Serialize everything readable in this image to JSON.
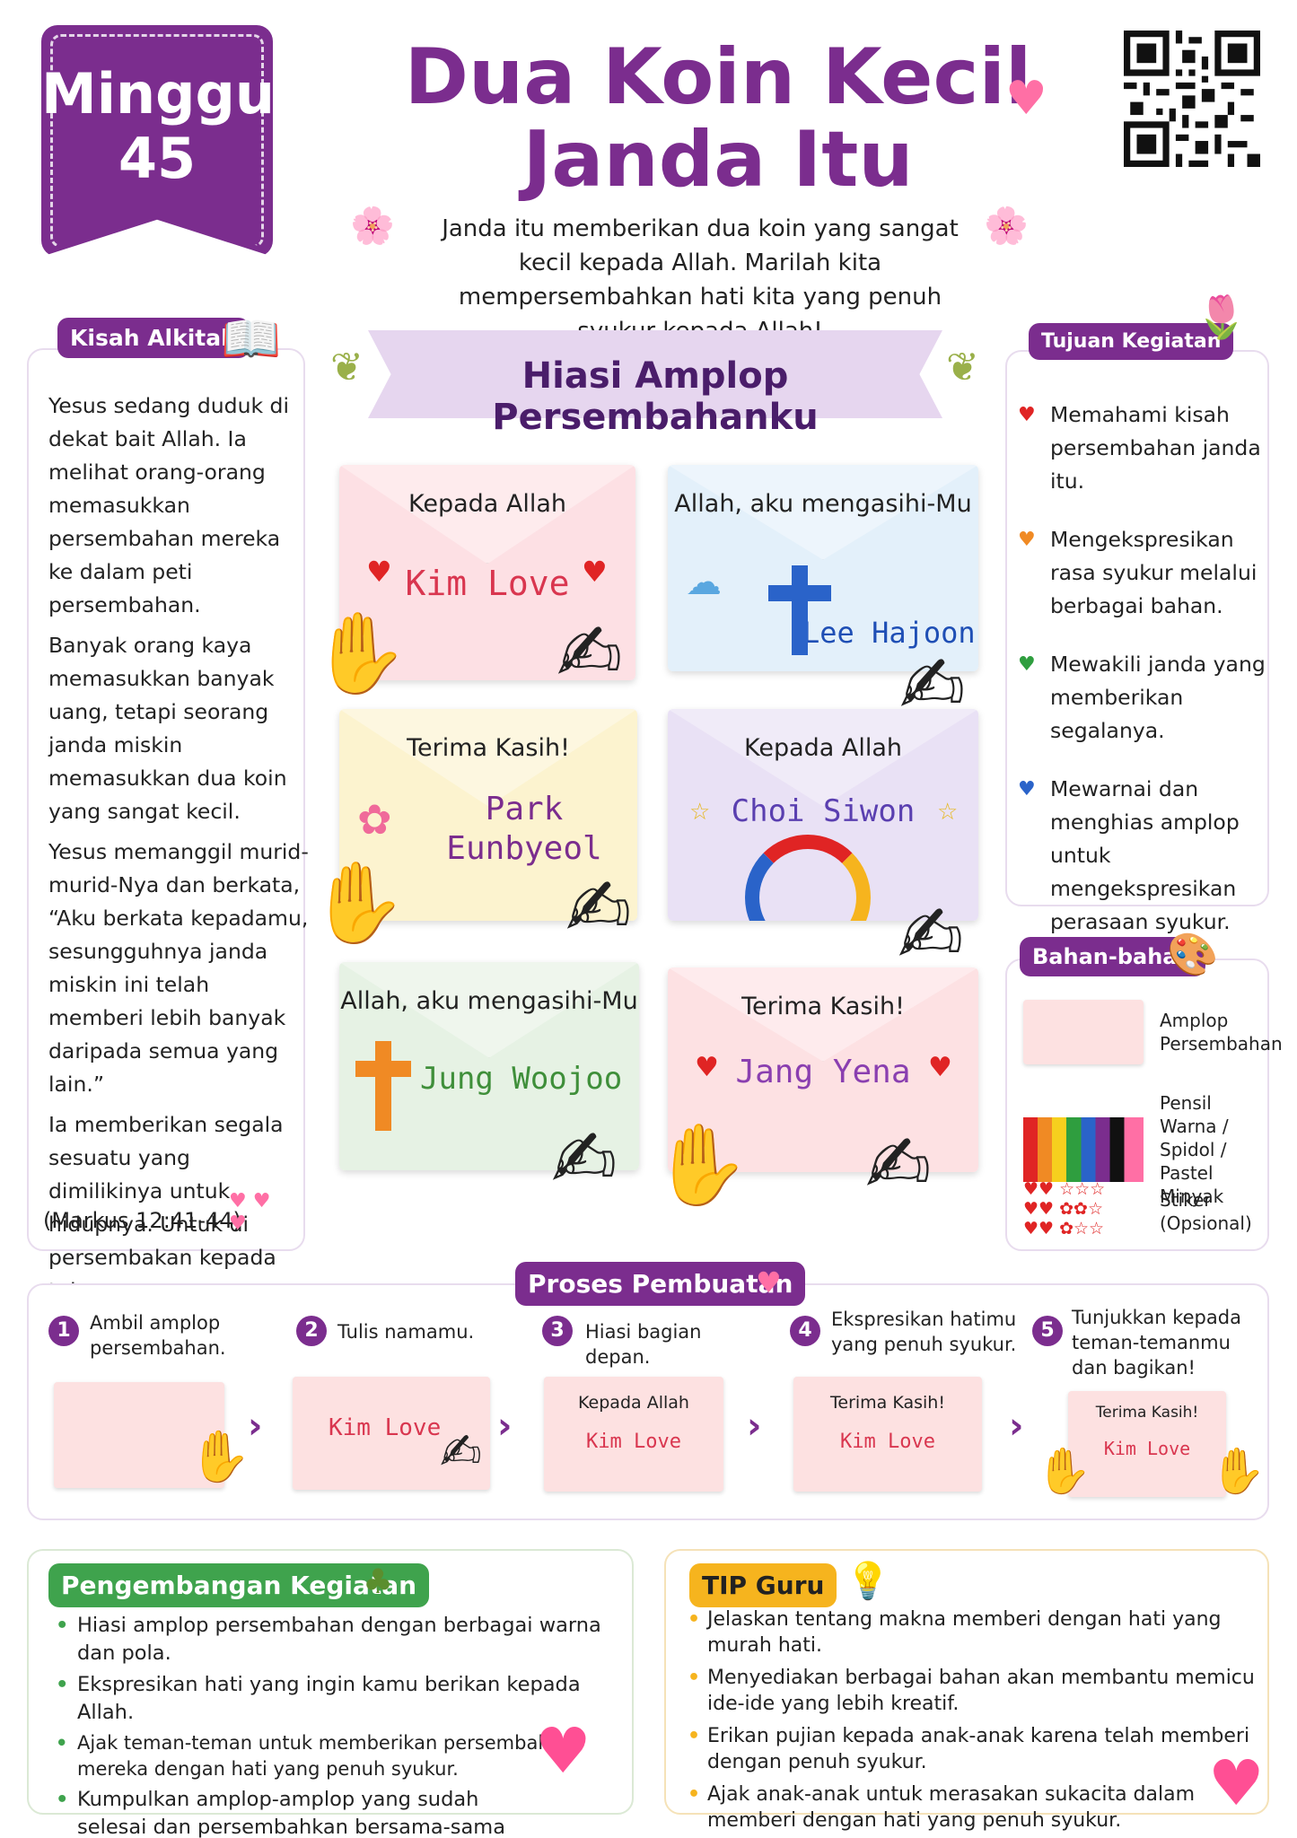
{
  "header": {
    "week_label": "Minggu",
    "week_number": "45",
    "title_line1": "Dua Koin Kecil",
    "title_line2": "Janda Itu",
    "subtitle": "Janda itu memberikan dua koin yang sangat kecil kepada Allah. Marilah kita mempersembahkan hati kita yang penuh syukur kepada Allah!"
  },
  "story": {
    "tag": "Kisah Alkitab",
    "paragraphs": [
      "Yesus sedang duduk di dekat bait Allah. Ia melihat orang-orang memasukkan persembahan mereka ke dalam peti persembahan.",
      "Banyak orang kaya memasukkan banyak uang, tetapi seorang janda miskin memasukkan dua koin yang sangat kecil.",
      "Yesus memanggil murid-murid-Nya dan berkata, “Aku berkata kepadamu, sesungguhnya janda miskin ini telah memberi lebih banyak daripada semua yang lain.”",
      "Ia memberikan segala sesuatu yang dimilikinya untuk hidupnya. Untuk di persembakan kepada tuhan."
    ],
    "reference": "(Markus 12:41-44)"
  },
  "activity": {
    "title": "Hiasi Amplop Persembahanku",
    "envelopes": [
      {
        "heading": "Kepada Allah",
        "name": "Kim Love",
        "color": "#fde0e4",
        "name_color": "#d9364f"
      },
      {
        "heading": "Allah, aku mengasihi-Mu",
        "name": "Lee Hajoon",
        "color": "#e3f0fa",
        "name_color": "#1f4fb5"
      },
      {
        "heading": "Terima Kasih!",
        "name": "Park Eunbyeol",
        "color": "#fcf3cf",
        "name_color": "#7b2d8e"
      },
      {
        "heading": "Kepada Allah",
        "name": "Choi Siwon",
        "color": "#e9e1f5",
        "name_color": "#5a3fb0"
      },
      {
        "heading": "Allah, aku mengasihi-Mu",
        "name": "Jung Woojoo",
        "color": "#e6f2e4",
        "name_color": "#3f8f3a"
      },
      {
        "heading": "Terima Kasih!",
        "name": "Jang Yena",
        "color": "#fde1e3",
        "name_color": "#8a3fb0"
      }
    ]
  },
  "goals": {
    "tag": "Tujuan Kegiatan",
    "items": [
      {
        "text": "Memahami kisah persembahan janda itu.",
        "color": "#e02424"
      },
      {
        "text": "Mengekspresikan rasa syukur melalui berbagai bahan.",
        "color": "#f08a24"
      },
      {
        "text": "Mewakili janda yang memberikan segalanya.",
        "color": "#2f9e3f"
      },
      {
        "text": "Mewarnai dan menghias amplop untuk mengekspresikan perasaan syukur.",
        "color": "#2a63c9"
      }
    ]
  },
  "materials": {
    "tag": "Bahan-bahan",
    "items": [
      {
        "label": "Amplop Persembahan"
      },
      {
        "label": "Pensil Warna / Spidol / Pastel Minyak"
      },
      {
        "label": "Stiker (Opsional)"
      }
    ]
  },
  "process": {
    "tag": "Proses Pembuatan",
    "steps": [
      {
        "num": "1",
        "label": "Ambil amplop persembahan."
      },
      {
        "num": "2",
        "label": "Tulis namamu.",
        "env_name": "Kim Love"
      },
      {
        "num": "3",
        "label": "Hiasi bagian depan.",
        "env_heading": "Kepada Allah",
        "env_name": "Kim Love"
      },
      {
        "num": "4",
        "label": "Ekspresikan hatimu yang penuh syukur.",
        "env_heading": "Terima Kasih!",
        "env_name": "Kim Love"
      },
      {
        "num": "5",
        "label": "Tunjukkan kepada teman-temanmu dan bagikan!",
        "env_heading": "Terima Kasih!",
        "env_name": "Kim Love"
      }
    ]
  },
  "development": {
    "tag": "Pengembangan Kegiatan",
    "items": [
      "Hiasi amplop persembahan dengan berbagai warna dan pola.",
      "Ekspresikan hati yang ingin kamu berikan kepada Allah.",
      "Ajak teman-teman untuk memberikan persembahan mereka dengan hati yang penuh syukur.",
      "Kumpulkan amplop-amplop yang sudah selesai dan persembahkan bersama-sama di gereja."
    ]
  },
  "tips": {
    "tag": "TIP Guru",
    "items": [
      "Jelaskan tentang makna memberi dengan hati yang murah hati.",
      "Menyediakan berbagai bahan akan membantu memicu ide-ide yang lebih kreatif.",
      "Erikan pujian kepada anak-anak karena telah memberi dengan penuh syukur.",
      "Ajak anak-anak untuk merasakan sukacita dalam memberi dengan hati yang penuh syukur."
    ]
  },
  "colors": {
    "brand_purple": "#7b2d8e",
    "green": "#3fa34d",
    "gold": "#f6b41e",
    "pink": "#ff6fa5"
  }
}
